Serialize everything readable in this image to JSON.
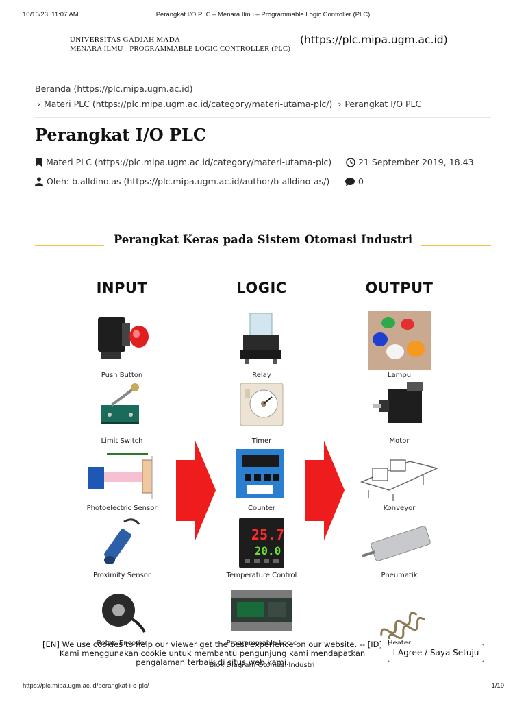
{
  "print_header": {
    "datetime": "10/16/23, 11:07 AM",
    "title": "Perangkat I/O PLC – Menara Ilmu – Programmable Logic Controller (PLC)"
  },
  "brand": {
    "university": "UNIVERSITAS GADJAH MADA",
    "site_name": "MENARA ILMU - PROGRAMMABLE LOGIC CONTROLLER (PLC)",
    "url": "(https://plc.mipa.ugm.ac.id)"
  },
  "breadcrumb": {
    "home": "Beranda (https://plc.mipa.ugm.ac.id)",
    "category": "Materi PLC (https://plc.mipa.ugm.ac.id/category/materi-utama-plc/)",
    "current": "Perangkat I/O PLC"
  },
  "article": {
    "title": "Perangkat I/O PLC",
    "category": "Materi PLC (https://plc.mipa.ugm.ac.id/category/materi-utama-plc)",
    "date": "21 September 2019, 18.43",
    "author": "Oleh: b.alldino.as (https://plc.mipa.ugm.ac.id/author/b-alldino-as/)",
    "comments": "0",
    "section_heading": "Perangkat Keras pada Sistem Otomasi Industri"
  },
  "diagram": {
    "columns": [
      "INPUT",
      "LOGIC",
      "OUTPUT"
    ],
    "input": [
      "Push Button",
      "Limit Switch",
      "Photoelectric Sensor",
      "Proximity Sensor",
      "Rotari Encoder"
    ],
    "logic": [
      "Relay",
      "Timer",
      "Counter",
      "Temperature Control",
      "Programmable Logic"
    ],
    "output": [
      "Lampu",
      "Motor",
      "Konveyor",
      "Pneumatik",
      "Heater"
    ],
    "display_readout_top": "25.7",
    "display_readout_bottom": "20.0",
    "caption": "Blok Diagram Otomasi Industri"
  },
  "cookie": {
    "text": "[EN] We use cookies to help our viewer get the best experience on our website. -- [ID] Kami menggunakan cookie untuk membantu pengunjung kami mendapatkan pengalaman terbaik di situs web kami.",
    "button": "I Agree / Saya Setuju"
  },
  "print_footer": {
    "url": "https://plc.mipa.ugm.ac.id/perangkat-i-o-plc/",
    "page": "1/19"
  }
}
